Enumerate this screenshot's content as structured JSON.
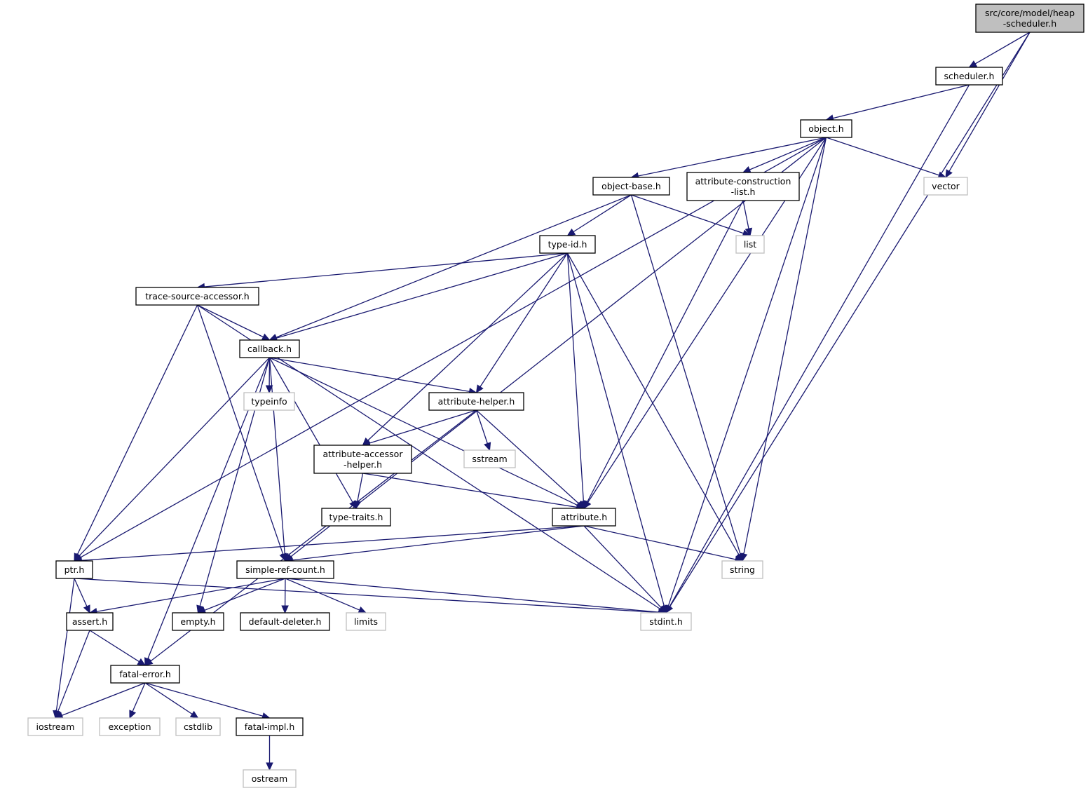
{
  "colors": {
    "edge": "#191970",
    "node_border": "#000000",
    "external_border": "#bfbfbf",
    "root_fill": "#bfbfbf",
    "node_fill": "#ffffff"
  },
  "nodes": [
    {
      "id": "root",
      "lines": [
        "src/core/model/heap",
        "-scheduler.h"
      ],
      "kind": "root"
    },
    {
      "id": "scheduler",
      "lines": [
        "scheduler.h"
      ],
      "kind": "local"
    },
    {
      "id": "object",
      "lines": [
        "object.h"
      ],
      "kind": "local"
    },
    {
      "id": "vector",
      "lines": [
        "vector"
      ],
      "kind": "external"
    },
    {
      "id": "object_base",
      "lines": [
        "object-base.h"
      ],
      "kind": "local"
    },
    {
      "id": "attr_construction",
      "lines": [
        "attribute-construction",
        "-list.h"
      ],
      "kind": "local"
    },
    {
      "id": "list",
      "lines": [
        "list"
      ],
      "kind": "external"
    },
    {
      "id": "type_id",
      "lines": [
        "type-id.h"
      ],
      "kind": "local"
    },
    {
      "id": "trace_source",
      "lines": [
        "trace-source-accessor.h"
      ],
      "kind": "local"
    },
    {
      "id": "callback",
      "lines": [
        "callback.h"
      ],
      "kind": "local"
    },
    {
      "id": "typeinfo",
      "lines": [
        "typeinfo"
      ],
      "kind": "external"
    },
    {
      "id": "attr_helper",
      "lines": [
        "attribute-helper.h"
      ],
      "kind": "local"
    },
    {
      "id": "sstream",
      "lines": [
        "sstream"
      ],
      "kind": "external"
    },
    {
      "id": "attr_accessor",
      "lines": [
        "attribute-accessor",
        "-helper.h"
      ],
      "kind": "local"
    },
    {
      "id": "type_traits",
      "lines": [
        "type-traits.h"
      ],
      "kind": "local"
    },
    {
      "id": "attribute",
      "lines": [
        "attribute.h"
      ],
      "kind": "local"
    },
    {
      "id": "ptr",
      "lines": [
        "ptr.h"
      ],
      "kind": "local"
    },
    {
      "id": "simple_ref",
      "lines": [
        "simple-ref-count.h"
      ],
      "kind": "local"
    },
    {
      "id": "string",
      "lines": [
        "string"
      ],
      "kind": "external"
    },
    {
      "id": "assert",
      "lines": [
        "assert.h"
      ],
      "kind": "local"
    },
    {
      "id": "empty",
      "lines": [
        "empty.h"
      ],
      "kind": "local"
    },
    {
      "id": "default_deleter",
      "lines": [
        "default-deleter.h"
      ],
      "kind": "local"
    },
    {
      "id": "limits",
      "lines": [
        "limits"
      ],
      "kind": "external"
    },
    {
      "id": "stdint",
      "lines": [
        "stdint.h"
      ],
      "kind": "external"
    },
    {
      "id": "fatal_error",
      "lines": [
        "fatal-error.h"
      ],
      "kind": "local"
    },
    {
      "id": "iostream",
      "lines": [
        "iostream"
      ],
      "kind": "external"
    },
    {
      "id": "exception",
      "lines": [
        "exception"
      ],
      "kind": "external"
    },
    {
      "id": "cstdlib",
      "lines": [
        "cstdlib"
      ],
      "kind": "external"
    },
    {
      "id": "fatal_impl",
      "lines": [
        "fatal-impl.h"
      ],
      "kind": "local"
    },
    {
      "id": "ostream",
      "lines": [
        "ostream"
      ],
      "kind": "external"
    }
  ],
  "edges": [
    [
      "root",
      "scheduler"
    ],
    [
      "root",
      "vector"
    ],
    [
      "root",
      "stdint"
    ],
    [
      "scheduler",
      "object"
    ],
    [
      "scheduler",
      "stdint"
    ],
    [
      "object",
      "ptr"
    ],
    [
      "object",
      "simple_ref"
    ],
    [
      "object",
      "object_base"
    ],
    [
      "object",
      "attr_construction"
    ],
    [
      "object",
      "vector"
    ],
    [
      "object",
      "attribute"
    ],
    [
      "object",
      "string"
    ],
    [
      "object",
      "stdint"
    ],
    [
      "object_base",
      "callback"
    ],
    [
      "object_base",
      "type_id"
    ],
    [
      "object_base",
      "list"
    ],
    [
      "object_base",
      "string"
    ],
    [
      "attr_construction",
      "list"
    ],
    [
      "attr_construction",
      "attribute"
    ],
    [
      "type_id",
      "trace_source"
    ],
    [
      "type_id",
      "callback"
    ],
    [
      "type_id",
      "attr_accessor"
    ],
    [
      "type_id",
      "attr_helper"
    ],
    [
      "type_id",
      "attribute"
    ],
    [
      "type_id",
      "stdint"
    ],
    [
      "type_id",
      "string"
    ],
    [
      "trace_source",
      "ptr"
    ],
    [
      "trace_source",
      "simple_ref"
    ],
    [
      "trace_source",
      "callback"
    ],
    [
      "trace_source",
      "stdint"
    ],
    [
      "callback",
      "ptr"
    ],
    [
      "callback",
      "fatal_error"
    ],
    [
      "callback",
      "empty"
    ],
    [
      "callback",
      "simple_ref"
    ],
    [
      "callback",
      "typeinfo"
    ],
    [
      "callback",
      "type_traits"
    ],
    [
      "callback",
      "attr_helper"
    ],
    [
      "callback",
      "attribute"
    ],
    [
      "attr_helper",
      "attr_accessor"
    ],
    [
      "attr_helper",
      "fatal_error"
    ],
    [
      "attr_helper",
      "sstream"
    ],
    [
      "attr_helper",
      "attribute"
    ],
    [
      "attr_accessor",
      "type_traits"
    ],
    [
      "attr_accessor",
      "attribute"
    ],
    [
      "attribute",
      "ptr"
    ],
    [
      "attribute",
      "simple_ref"
    ],
    [
      "attribute",
      "string"
    ],
    [
      "attribute",
      "stdint"
    ],
    [
      "ptr",
      "assert"
    ],
    [
      "ptr",
      "iostream"
    ],
    [
      "ptr",
      "stdint"
    ],
    [
      "simple_ref",
      "assert"
    ],
    [
      "simple_ref",
      "empty"
    ],
    [
      "simple_ref",
      "default_deleter"
    ],
    [
      "simple_ref",
      "limits"
    ],
    [
      "simple_ref",
      "stdint"
    ],
    [
      "assert",
      "fatal_error"
    ],
    [
      "assert",
      "iostream"
    ],
    [
      "fatal_error",
      "iostream"
    ],
    [
      "fatal_error",
      "exception"
    ],
    [
      "fatal_error",
      "cstdlib"
    ],
    [
      "fatal_error",
      "fatal_impl"
    ],
    [
      "fatal_impl",
      "ostream"
    ]
  ]
}
